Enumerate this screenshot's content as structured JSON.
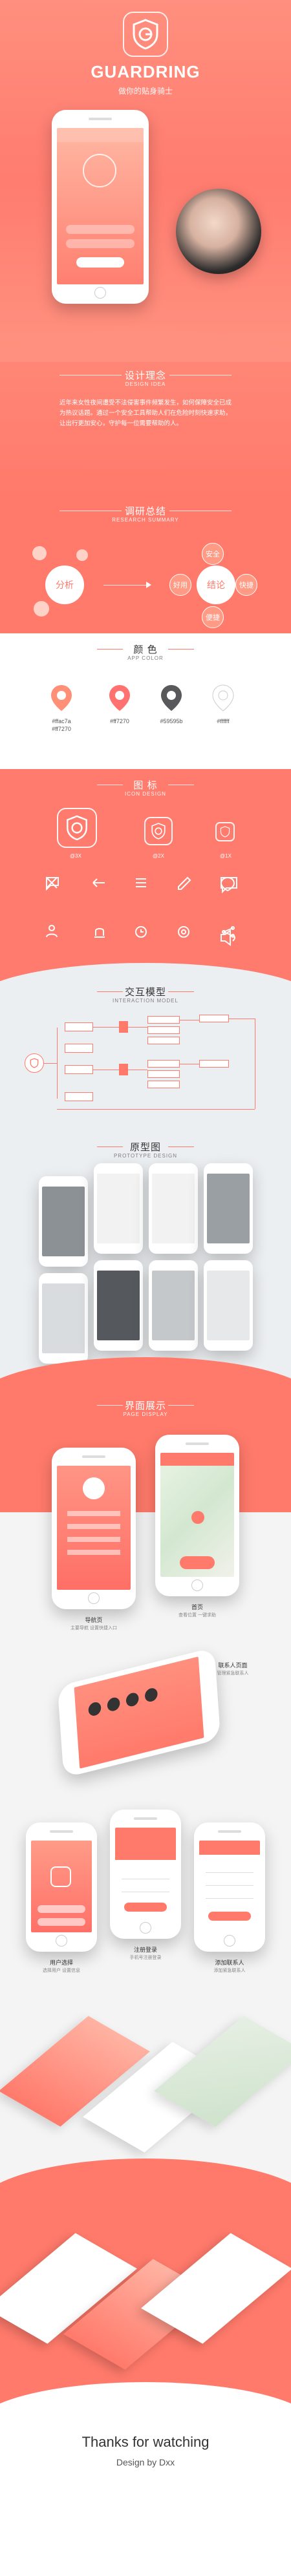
{
  "hero": {
    "brand": "GUARDRING",
    "tagline": "做你的贴身骑士"
  },
  "concept": {
    "title_cn": "设计理念",
    "title_en": "DESIGN IDEA",
    "text": "近年来女性夜间遭受不法侵害事件频繁发生，如何保障安全已成为热议话题。通过一个安全工具帮助人们在危险时刻快速求助，让出行更加安心，守护每一位需要帮助的人。"
  },
  "research": {
    "title_cn": "调研总结",
    "title_en": "RESEARCH SUMMARY",
    "left_center": "分析",
    "left_nodes": [
      "",
      "",
      ""
    ],
    "right_center": "结论",
    "right_nodes": [
      "安全",
      "快捷",
      "便捷",
      "好用"
    ]
  },
  "color": {
    "title_cn": "颜 色",
    "title_en": "APP COLOR",
    "swatches": [
      {
        "label1": "#ffac7a",
        "label2": "#ff7270",
        "color": "#ff8f76"
      },
      {
        "label1": "#ff7270",
        "label2": "",
        "color": "#ff7270"
      },
      {
        "label1": "#59595b",
        "label2": "",
        "color": "#59595b"
      },
      {
        "label1": "#ffffff",
        "label2": "",
        "color": "#ffffff"
      }
    ]
  },
  "icons": {
    "title_cn": "图 标",
    "title_en": "ICON DESIGN",
    "sizes": [
      "@3X",
      "@2X",
      "@1X"
    ]
  },
  "interaction": {
    "title_cn": "交互模型",
    "title_en": "INTERACTION MODEL"
  },
  "prototype": {
    "title_cn": "原型图",
    "title_en": "PROTOTYPE DESIGN"
  },
  "display": {
    "title_cn": "界面展示",
    "title_en": "PAGE DISPLAY",
    "captions": [
      {
        "title": "导航页",
        "sub": "主要导航 设置快捷入口"
      },
      {
        "title": "首页",
        "sub": "查看位置 一键求助"
      },
      {
        "title": "联系人页面",
        "sub": "管理紧急联系人"
      },
      {
        "title": "用户选择",
        "sub": "选择用户 设置信息"
      },
      {
        "title": "注册登录",
        "sub": "手机号注册登录"
      },
      {
        "title": "添加联系人",
        "sub": "添加紧急联系人"
      }
    ]
  },
  "footer": {
    "thanks": "Thanks for watching",
    "design_by": "Design by Dxx"
  }
}
